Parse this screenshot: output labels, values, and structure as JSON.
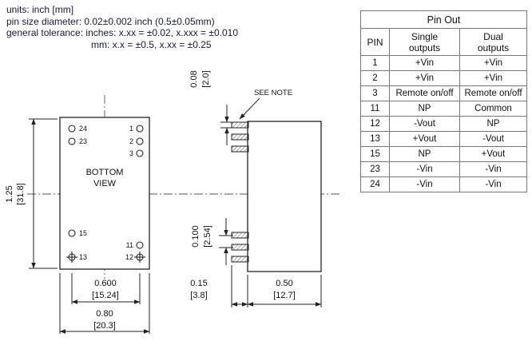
{
  "notes": {
    "line1": "units: inch [mm]",
    "line2": "pin size diameter: 0.02±0.002 inch (0.5±0.05mm)",
    "line3": "general tolerance: inches: x.xx = ±0.02, x.xxx = ±0.010",
    "line4": "mm: x.x = ±0.5, x.xx = ±0.25"
  },
  "pinout_table": {
    "title": "Pin Out",
    "columns": {
      "pin": "PIN",
      "single": "Single\noutputs",
      "dual": "Dual\noutputs"
    },
    "rows": [
      {
        "pin": "1",
        "single": "+Vin",
        "dual": "+Vin"
      },
      {
        "pin": "2",
        "single": "+Vin",
        "dual": "+Vin"
      },
      {
        "pin": "3",
        "single": "Remote on/off",
        "dual": "Remote on/off"
      },
      {
        "pin": "11",
        "single": "NP",
        "dual": "Common"
      },
      {
        "pin": "12",
        "single": "-Vout",
        "dual": "NP"
      },
      {
        "pin": "13",
        "single": "+Vout",
        "dual": "-Vout"
      },
      {
        "pin": "15",
        "single": "NP",
        "dual": "+Vout"
      },
      {
        "pin": "23",
        "single": "-Vin",
        "dual": "-Vin"
      },
      {
        "pin": "24",
        "single": "-Vin",
        "dual": "-Vin"
      }
    ]
  },
  "bottom_view": {
    "title_line1": "BOTTOM",
    "title_line2": "VIEW",
    "pins": {
      "p1": "1",
      "p2": "2",
      "p3": "3",
      "p11": "11",
      "p12": "12",
      "p13": "13",
      "p15": "15",
      "p23": "23",
      "p24": "24"
    }
  },
  "dimensions": {
    "body_height_in": "1.25",
    "body_height_mm": "[31.8]",
    "pin_span_in": "0.600",
    "pin_span_mm": "[15.24]",
    "body_width_in": "0.80",
    "body_width_mm": "[20.3]",
    "pin_standoff_in": "0.08",
    "pin_standoff_mm": "[2.0]",
    "pin_pitch_in": "0.100",
    "pin_pitch_mm": "[2.54]",
    "pin_length_in": "0.15",
    "pin_length_mm": "[3.8]",
    "body_depth_in": "0.50",
    "body_depth_mm": "[12.7]"
  },
  "annotations": {
    "see_note": "SEE NOTE"
  }
}
